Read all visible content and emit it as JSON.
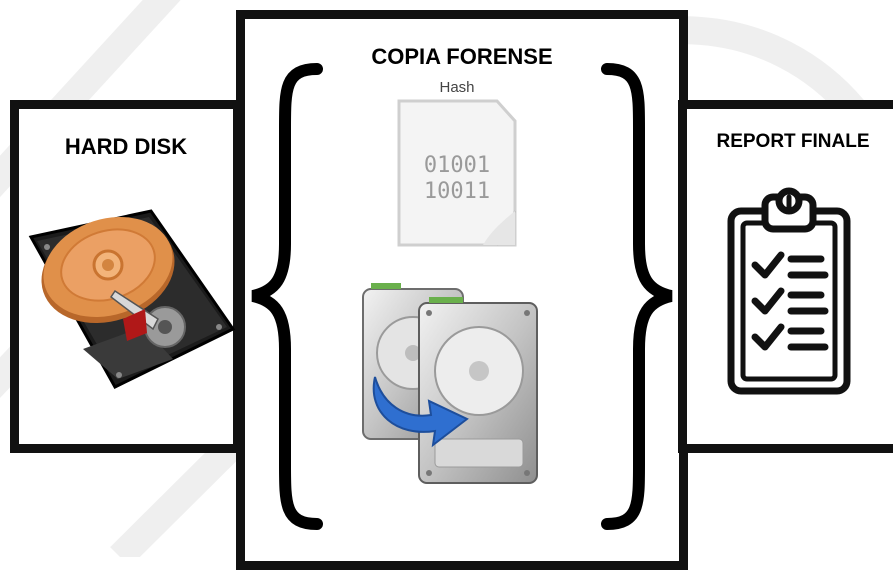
{
  "panels": {
    "left": {
      "title": "HARD DISK"
    },
    "middle": {
      "title": "COPIA FORENSE",
      "hash_label": "Hash",
      "binary_line_1": "01001",
      "binary_line_2": "10011"
    },
    "right": {
      "title": "REPORT FINALE"
    }
  },
  "icons": [
    "hard-disk-icon",
    "hash-file-icon",
    "disk-copy-icon",
    "clipboard-checklist-icon",
    "curly-brace-left-icon",
    "curly-brace-right-icon"
  ],
  "colors": {
    "border": "#111111",
    "platter": "#e0904a",
    "arrow": "#2f6fd0",
    "watermark": "#efefef"
  }
}
